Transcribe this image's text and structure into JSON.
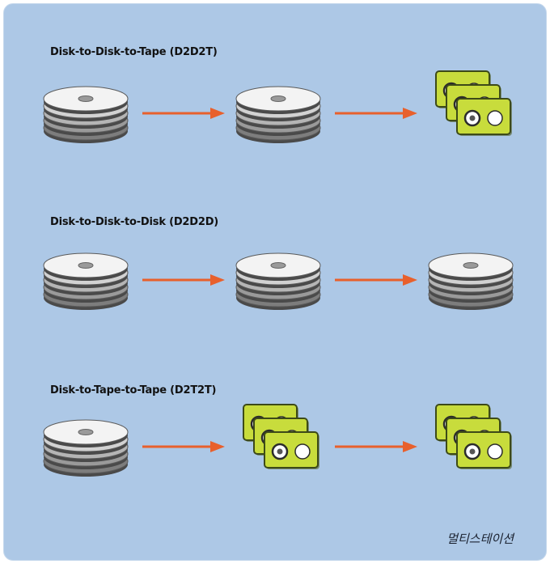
{
  "rows": [
    {
      "title": "Disk-to-Disk-to-Tape (D2D2T)",
      "stages": [
        "disk",
        "disk",
        "tape"
      ]
    },
    {
      "title": "Disk-to-Disk-to-Disk (D2D2D)",
      "stages": [
        "disk",
        "disk",
        "disk"
      ]
    },
    {
      "title": "Disk-to-Tape-to-Tape (D2T2T)",
      "stages": [
        "disk",
        "tape",
        "tape"
      ]
    }
  ],
  "caption": "멀티스테이션",
  "icons": {
    "disk": "disk-stack-icon",
    "tape": "tape-cartridge-stack-icon",
    "arrow": "arrow-right-icon"
  },
  "colors": {
    "panel": "#adc8e6",
    "arrow": "#e8602c",
    "tape_fill": "#c8dc3c",
    "disk_top": "#f2f2f2",
    "disk_bottom": "#7a7a7a"
  }
}
